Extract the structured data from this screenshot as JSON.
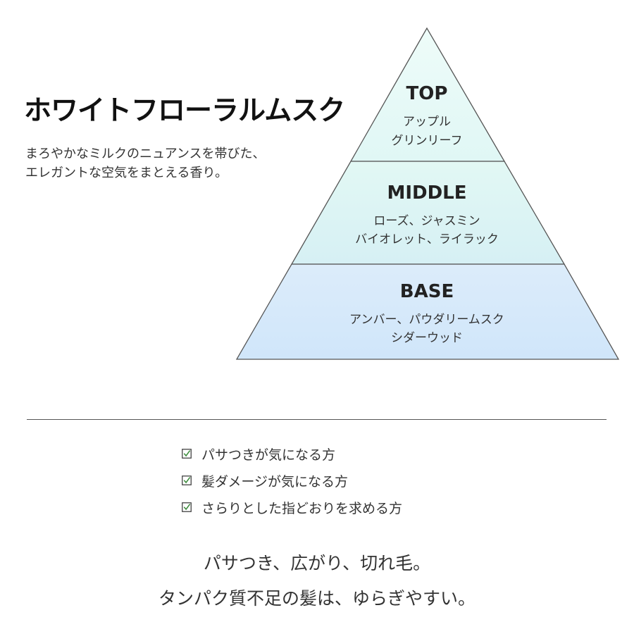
{
  "product": {
    "title": "ホワイトフローラルムスク",
    "description": [
      "まろやかなミルクのニュアンスを帯びた、",
      "エレガントな空気をまとえる香り。"
    ]
  },
  "pyramid": {
    "layers": [
      {
        "heading": "TOP",
        "notes": [
          "アップル",
          "グリンリーフ"
        ],
        "color": "#e4faf7"
      },
      {
        "heading": "MIDDLE",
        "notes": [
          "ローズ、ジャスミン",
          "バイオレット、ライラック"
        ],
        "color": "#dcf5f6"
      },
      {
        "heading": "BASE",
        "notes": [
          "アンバー、パウダリームスク",
          "シダーウッド"
        ],
        "color": "#d7ebfa"
      }
    ]
  },
  "recommend": {
    "items": [
      "パサつきが気になる方",
      "髪ダメージが気になる方",
      "さらりとした指どおりを求める方"
    ],
    "check_color": "#3a8a3a"
  },
  "tagline": [
    "パサつき、広がり、切れ毛。",
    "タンパク質不足の髪は、ゆらぎやすい。"
  ]
}
